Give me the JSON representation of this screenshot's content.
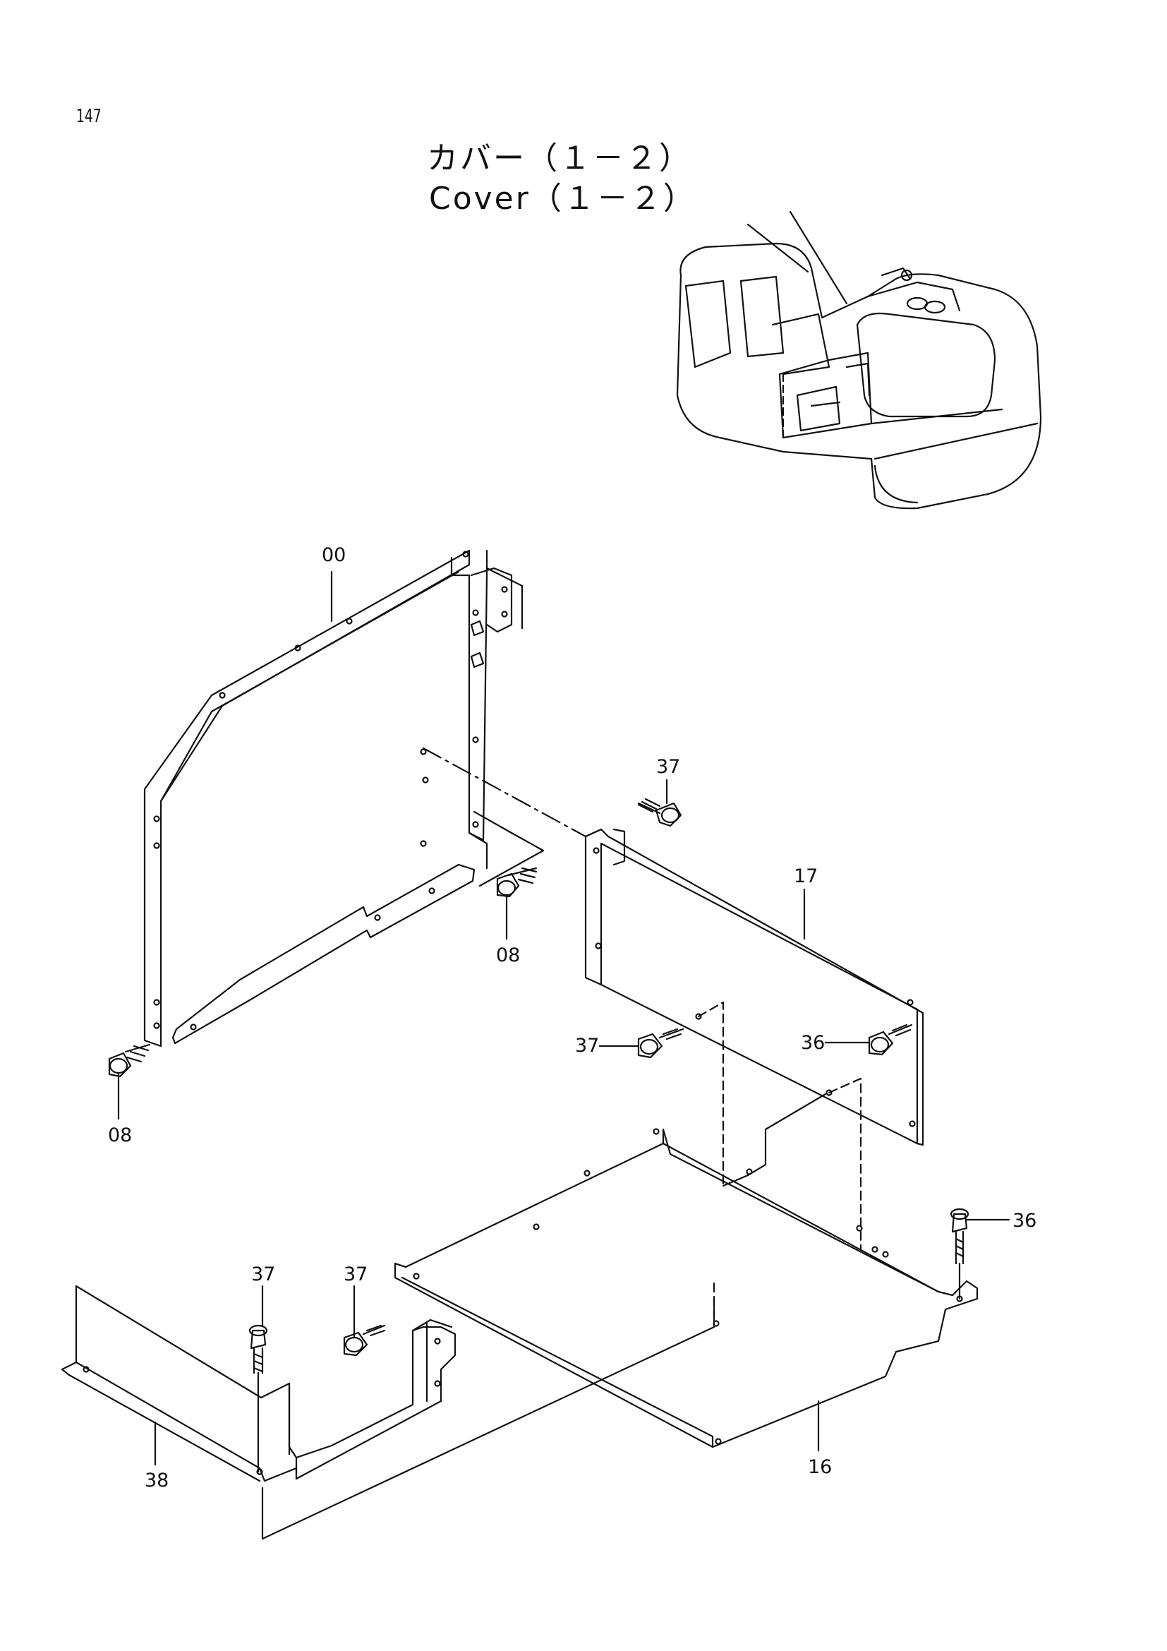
{
  "page_number": "147",
  "title_jp": "カバー（１－２）",
  "title_en": "Cover（１－２）",
  "callouts": {
    "c00": "00",
    "c37a": "37",
    "c17": "17",
    "c08a": "08",
    "c08b": "08",
    "c37b": "37",
    "c36a": "36",
    "c36b": "36",
    "c37c": "37",
    "c37d": "37",
    "c38": "38",
    "c16": "16"
  }
}
